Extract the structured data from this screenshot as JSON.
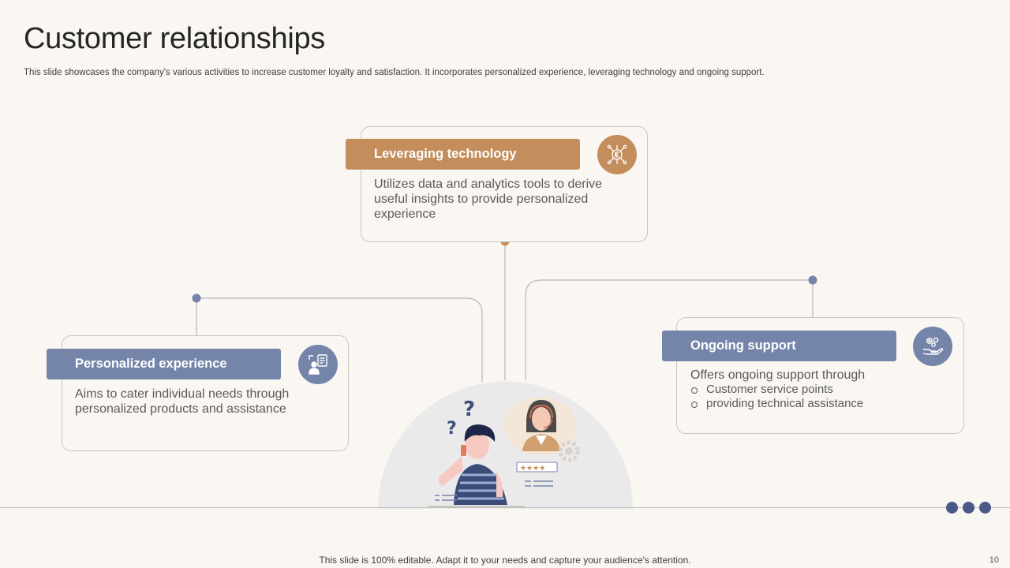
{
  "slide": {
    "title": "Customer relationships",
    "subtitle": "This slide showcases the company's various activities to increase customer loyalty and satisfaction. It incorporates personalized experience, leveraging technology and ongoing support.",
    "footer": "This slide is 100% editable. Adapt it to your needs and capture your audience's attention.",
    "page_number": "10"
  },
  "cards": {
    "technology": {
      "heading": "Leveraging technology",
      "body": "Utilizes data and analytics tools to derive useful insights to provide personalized experience",
      "icon": "euro-network-icon"
    },
    "personalized": {
      "heading": "Personalized experience",
      "body": "Aims to cater individual needs through personalized products and assistance",
      "icon": "customer-profile-icon"
    },
    "support": {
      "heading": "Ongoing support",
      "body": "Offers ongoing support through",
      "bullets": [
        "Customer service points",
        "providing technical assistance"
      ],
      "icon": "hand-gears-icon"
    }
  },
  "colors": {
    "background": "#faf7f3",
    "accent_brown": "#c48d5c",
    "accent_blue": "#7585a9",
    "dots": "#4a5a86"
  }
}
